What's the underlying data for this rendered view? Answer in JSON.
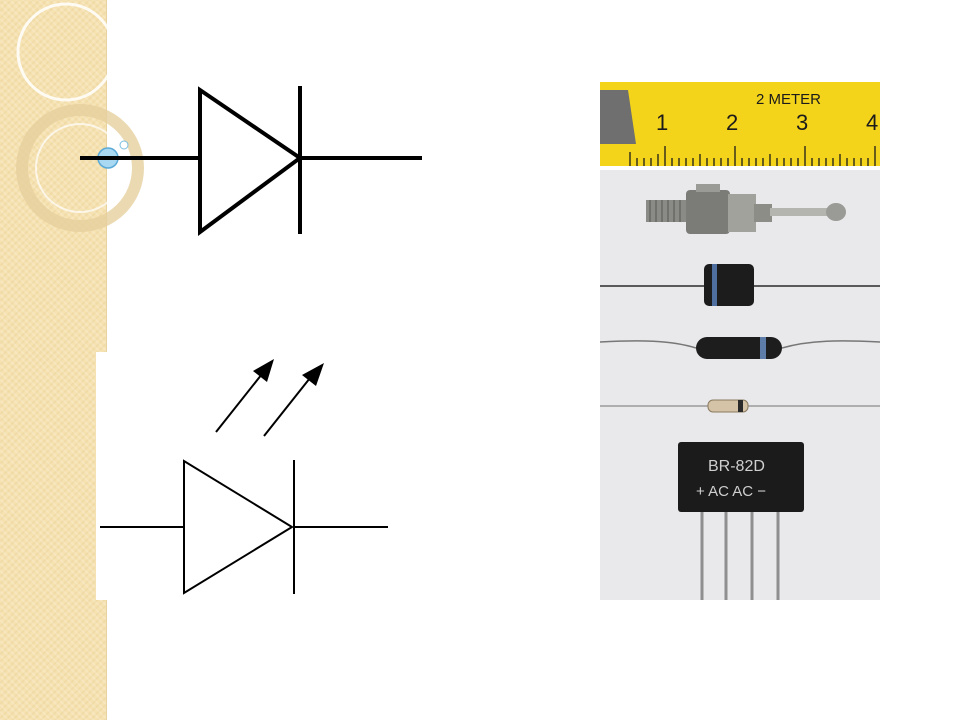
{
  "slide": {
    "symbols": [
      "diode-symbol",
      "led-symbol"
    ],
    "photo": {
      "ruler": {
        "unit_label": "2 METER",
        "numbers": [
          "1",
          "2",
          "3",
          "4"
        ]
      },
      "component_labels": {
        "bridge_model": "BR-82D",
        "bridge_pins": "+ AC AC −"
      }
    }
  },
  "colors": {
    "band": "#f6e2b0",
    "ruler": "#f4d41a",
    "bridge": "#1b1b1b"
  }
}
